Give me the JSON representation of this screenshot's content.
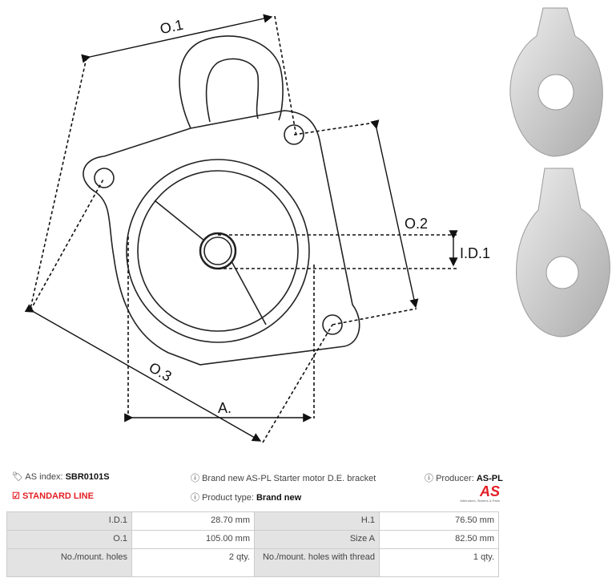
{
  "diagram": {
    "labels": {
      "o1": "O.1",
      "o2": "O.2",
      "o3": "O.3",
      "id1": "I.D.1",
      "a": "A."
    }
  },
  "info": {
    "as_index_label": "AS index:",
    "as_index_value": "SBR0101S",
    "line": "STANDARD LINE",
    "description": "Brand new AS-PL Starter motor D.E. bracket",
    "product_type_label": "Product type:",
    "product_type_value": "Brand new",
    "producer_label": "Producer:",
    "producer_value": "AS-PL",
    "logo_text": "AS",
    "logo_tagline": "Alternators, Starters & Parts"
  },
  "specs": [
    [
      {
        "k": "I.D.1",
        "v": "28.70 mm"
      },
      {
        "k": "H.1",
        "v": "76.50 mm"
      }
    ],
    [
      {
        "k": "O.1",
        "v": "105.00 mm"
      },
      {
        "k": "Size A",
        "v": "82.50 mm"
      }
    ],
    [
      {
        "k": "No./mount. holes",
        "v": "2 qty."
      },
      {
        "k": "No./mount. holes with thread",
        "v": "1 qty."
      }
    ]
  ],
  "colors": {
    "accent": "#e31e24",
    "table_header": "#e3e3e3"
  }
}
